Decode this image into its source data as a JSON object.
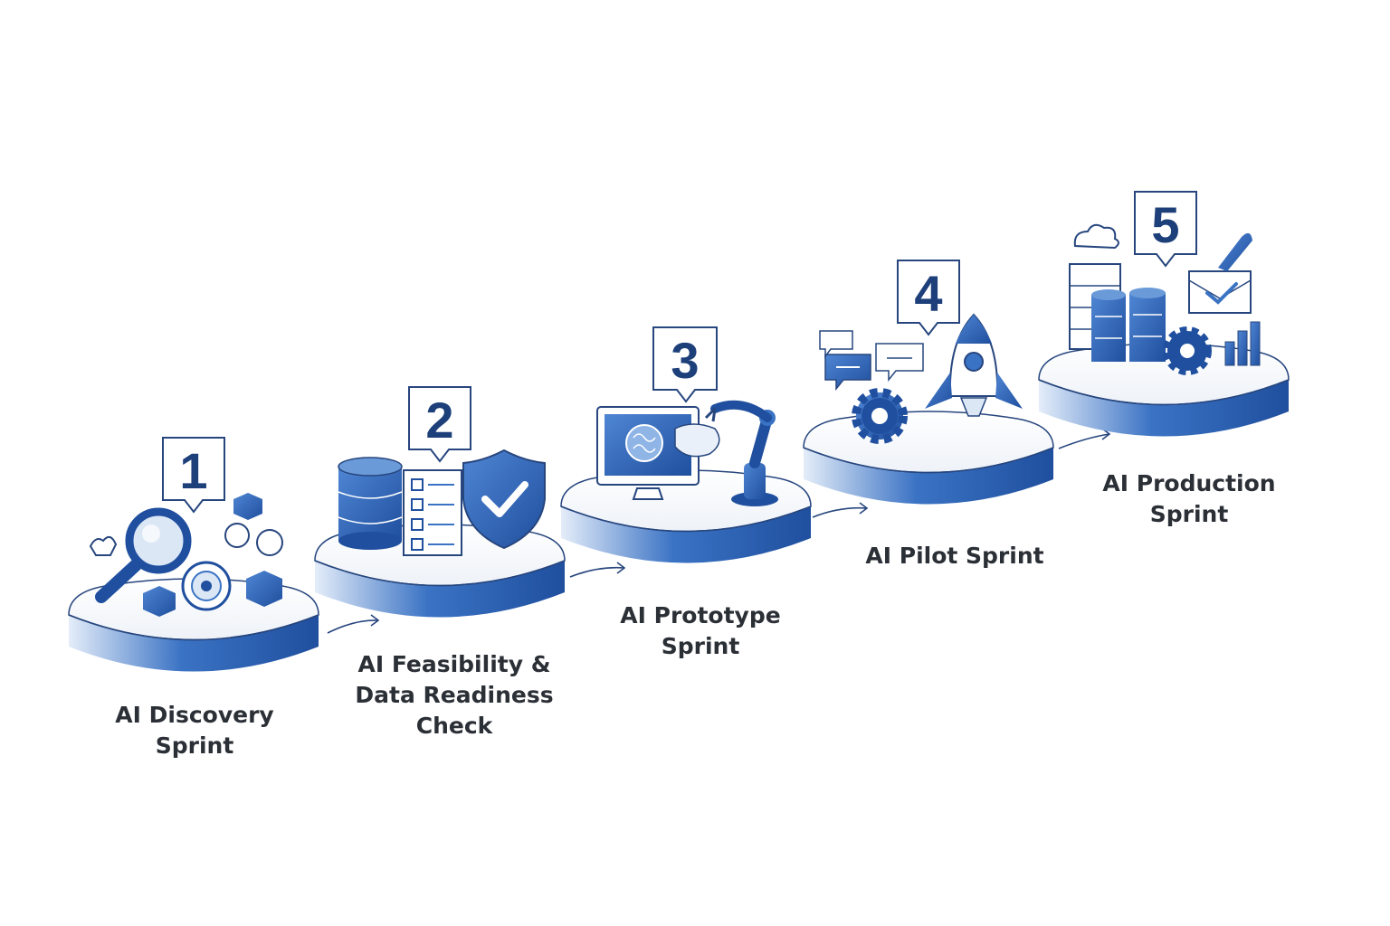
{
  "colors": {
    "primary": "#1f4f9e",
    "mid": "#3b73c4",
    "light": "#dce7f6",
    "outline": "#27467e",
    "text": "#2b2f36"
  },
  "steps": [
    {
      "number": "1",
      "line1": "AI Discovery",
      "line2": "Sprint",
      "icons": [
        "magnifier-icon",
        "target-icon",
        "cube-icon",
        "lightbulb-icon"
      ]
    },
    {
      "number": "2",
      "line1": "AI Feasibility &",
      "line2": "Data Readiness",
      "line3": "Check",
      "icons": [
        "database-icon",
        "checklist-icon",
        "shield-check-icon"
      ]
    },
    {
      "number": "3",
      "line1": "AI Prototype",
      "line2": "Sprint",
      "icons": [
        "monitor-brain-icon",
        "robot-arm-icon"
      ]
    },
    {
      "number": "4",
      "line1": "AI Pilot Sprint",
      "icons": [
        "chat-bubble-icon",
        "gear-icon",
        "rocket-icon"
      ]
    },
    {
      "number": "5",
      "line1": "AI Production",
      "line2": "Sprint",
      "icons": [
        "cloud-icon",
        "server-icon",
        "gear-icon",
        "bar-chart-icon",
        "document-check-icon"
      ]
    }
  ]
}
